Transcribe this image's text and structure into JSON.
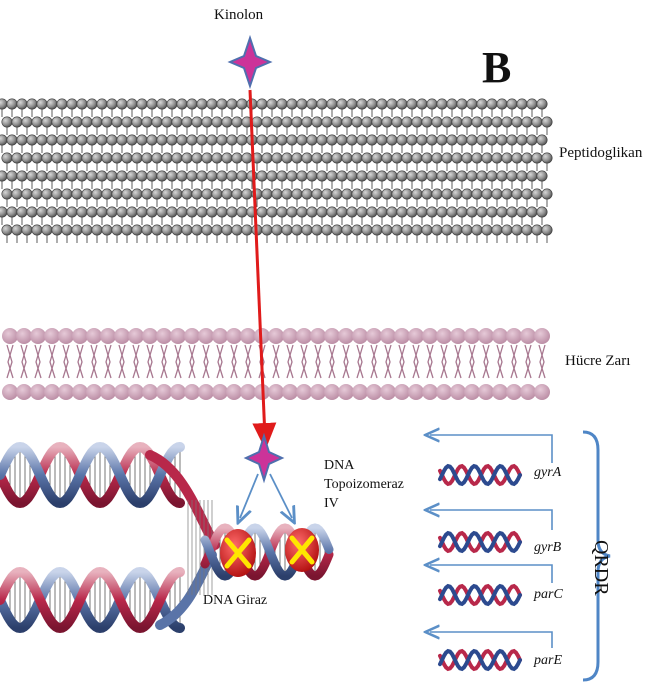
{
  "labels": {
    "drug": "Kinolon",
    "panel_letter": "B",
    "outer_layer": "Peptidoglikan",
    "inner_layer": "Hücre Zarı",
    "enzyme_topo_line1": "DNA",
    "enzyme_topo_line2": "Topoizomeraz",
    "enzyme_topo_line3": "IV",
    "enzyme_gyrase": "DNA Giraz",
    "region": "QRDR"
  },
  "genes": [
    "gyrA",
    "gyrB",
    "parC",
    "parE"
  ],
  "colors": {
    "drug_star": "#cc3399",
    "drug_star_outline": "#4f6fae",
    "transport_arrow": "#e01b1b",
    "membrane_bead_fill": "#8a8a8a",
    "cell_membrane": "#c9a0b4",
    "dna_strand_red": "#b22a4a",
    "dna_strand_blue": "#5a74a8",
    "inhibited_enzyme": "#d81c1c",
    "inhibition_mark": "#ffe600",
    "feedback_arrows": "#5b8fc7",
    "bracket": "#4f86c6"
  }
}
